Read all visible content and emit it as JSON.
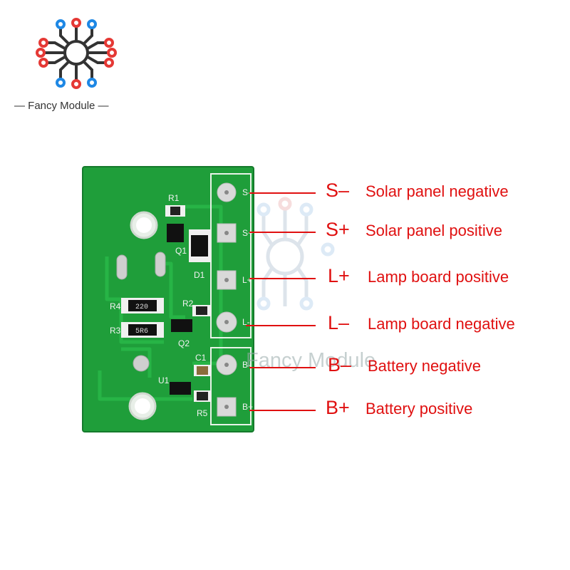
{
  "brand": {
    "name": "— Fancy Module —",
    "watermark_text": "Fancy Module",
    "icon": "circuit-logo-icon",
    "colors": {
      "accent": "#e53935",
      "secondary": "#1e88e5",
      "dark": "#333333"
    }
  },
  "board": {
    "color": "#1f9e3a",
    "silkscreen": {
      "r1": "R1",
      "r2": "R2",
      "r3": "R3",
      "r4": "R4",
      "r5": "R5",
      "q1": "Q1",
      "q2": "Q2",
      "d1": "D1",
      "c1": "C1",
      "u1": "U1",
      "r4_value": "220",
      "r3_value": "5R6",
      "pad_s_neg": "S-",
      "pad_s_pos": "S+",
      "pad_l_pos": "L+",
      "pad_l_neg": "L-",
      "pad_b_neg": "B-",
      "pad_b_pos": "B+"
    }
  },
  "pins": [
    {
      "code": "S–",
      "desc": "Solar panel negative"
    },
    {
      "code": "S+",
      "desc": "Solar panel positive"
    },
    {
      "code": "L+",
      "desc": "Lamp board positive"
    },
    {
      "code": "L–",
      "desc": "Lamp board negative"
    },
    {
      "code": "B–",
      "desc": "Battery negative"
    },
    {
      "code": "B+",
      "desc": "Battery positive"
    }
  ],
  "label_color": "#e01010"
}
